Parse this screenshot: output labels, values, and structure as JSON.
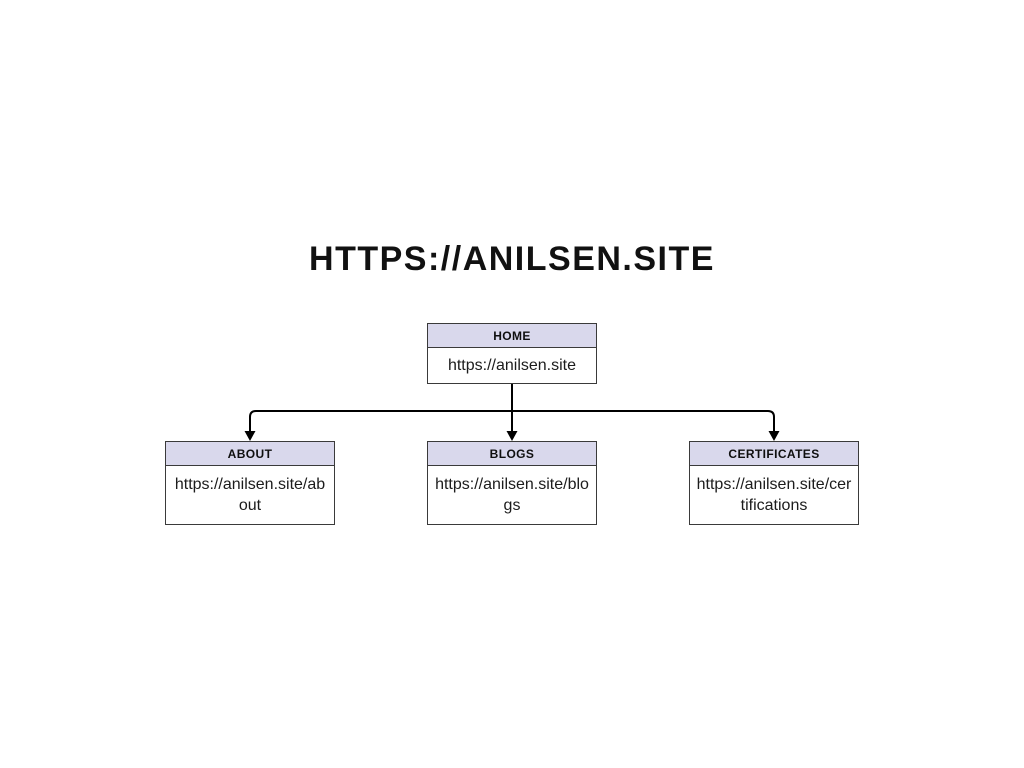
{
  "page": {
    "title": "HTTPS://ANILSEN.SITE",
    "background_color": "#ffffff",
    "title_color": "#111111"
  },
  "diagram": {
    "type": "sitemap-tree",
    "colors": {
      "node_header_bg": "#d9d8ec",
      "node_body_bg": "#ffffff",
      "node_border": "#3a3a3a",
      "connector": "#000000"
    },
    "root": {
      "label": "HOME",
      "url": "https://anilsen.site"
    },
    "children": [
      {
        "label": "ABOUT",
        "url": "https://anilsen.site/about"
      },
      {
        "label": "BLOGS",
        "url": "https://anilsen.site/blogs"
      },
      {
        "label": "CERTIFICATES",
        "url": "https://anilsen.site/certifications"
      }
    ]
  }
}
